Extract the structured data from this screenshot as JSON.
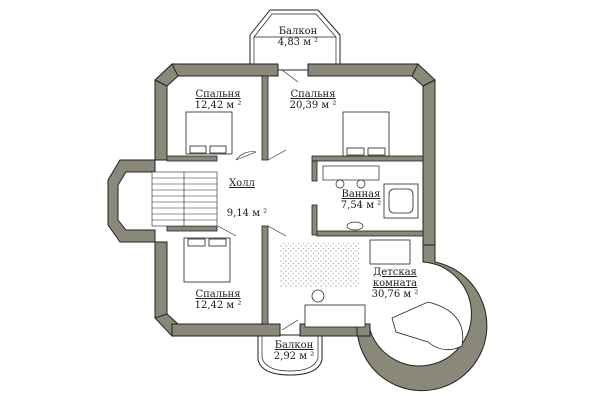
{
  "rooms": {
    "balcony_top": {
      "name": "Балкон",
      "area": "4,83 м ²"
    },
    "bedroom_nw": {
      "name": "Спальня",
      "area": "12,42 м ²"
    },
    "bedroom_master": {
      "name": "Спальня",
      "area": "20,39 м ²"
    },
    "hall": {
      "name": "Холл",
      "area": "9,14 м ²"
    },
    "bathroom": {
      "name": "Ванная",
      "area": "7,54 м ²"
    },
    "bedroom_sw": {
      "name": "Спальня",
      "area": "12,42 м ²"
    },
    "nursery": {
      "name_line1": "Детская",
      "name_line2": "комната",
      "area": "30,76 м ²"
    },
    "balcony_bottom": {
      "name": "Балкон",
      "area": "2,92 м ²"
    }
  },
  "colors": {
    "wall": "#8a8878",
    "line": "#222222",
    "floor": "#ffffff"
  }
}
